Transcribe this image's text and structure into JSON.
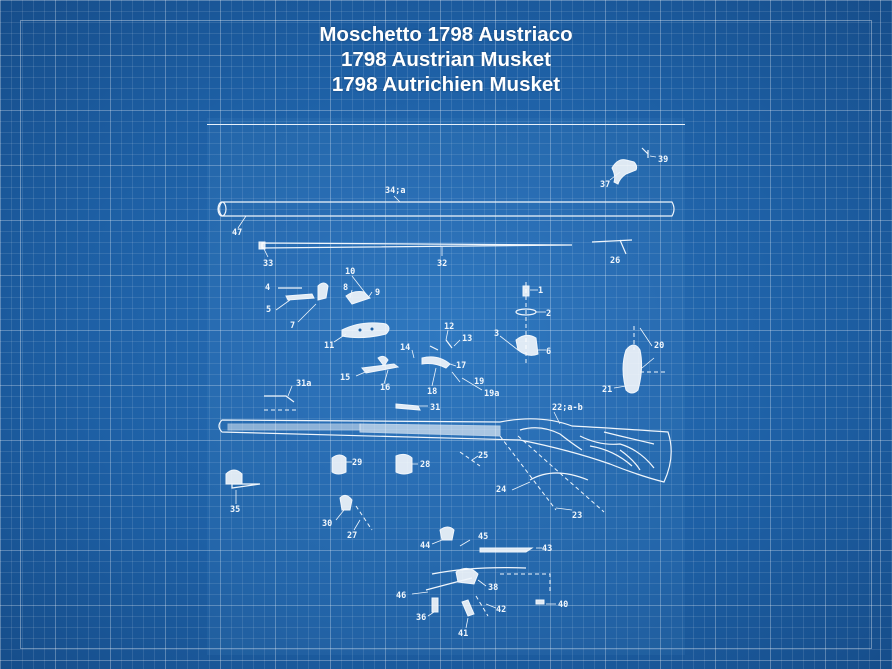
{
  "title": {
    "line1": "Moschetto 1798 Austriaco",
    "line2": "1798 Austrian Musket",
    "line3": "1798 Autrichien Musket"
  },
  "parts": {
    "p1": "1",
    "p2": "2",
    "p3": "3",
    "p4": "4",
    "p5": "5",
    "p6": "6",
    "p7": "7",
    "p8": "8",
    "p9": "9",
    "p10": "10",
    "p11": "11",
    "p12": "12",
    "p13": "13",
    "p14": "14",
    "p15": "15",
    "p16": "16",
    "p17": "17",
    "p18": "18",
    "p19": "19",
    "p19a": "19a",
    "p20": "20",
    "p21": "21",
    "p22": "22;a-b",
    "p23": "23",
    "p24": "24",
    "p25": "25",
    "p26": "26",
    "p27": "27",
    "p28": "28",
    "p29": "29",
    "p30": "30",
    "p31": "31",
    "p31a": "31a",
    "p32": "32",
    "p33": "33",
    "p34": "34;a",
    "p35": "35",
    "p36": "36",
    "p37": "37",
    "p38": "38",
    "p39": "39",
    "p40": "40",
    "p41": "41",
    "p42": "42",
    "p43": "43",
    "p44": "44",
    "p45": "45",
    "p46": "46",
    "p47": "47"
  },
  "colors": {
    "background": "#1c5fa3",
    "ink": "#f0f6fc"
  }
}
